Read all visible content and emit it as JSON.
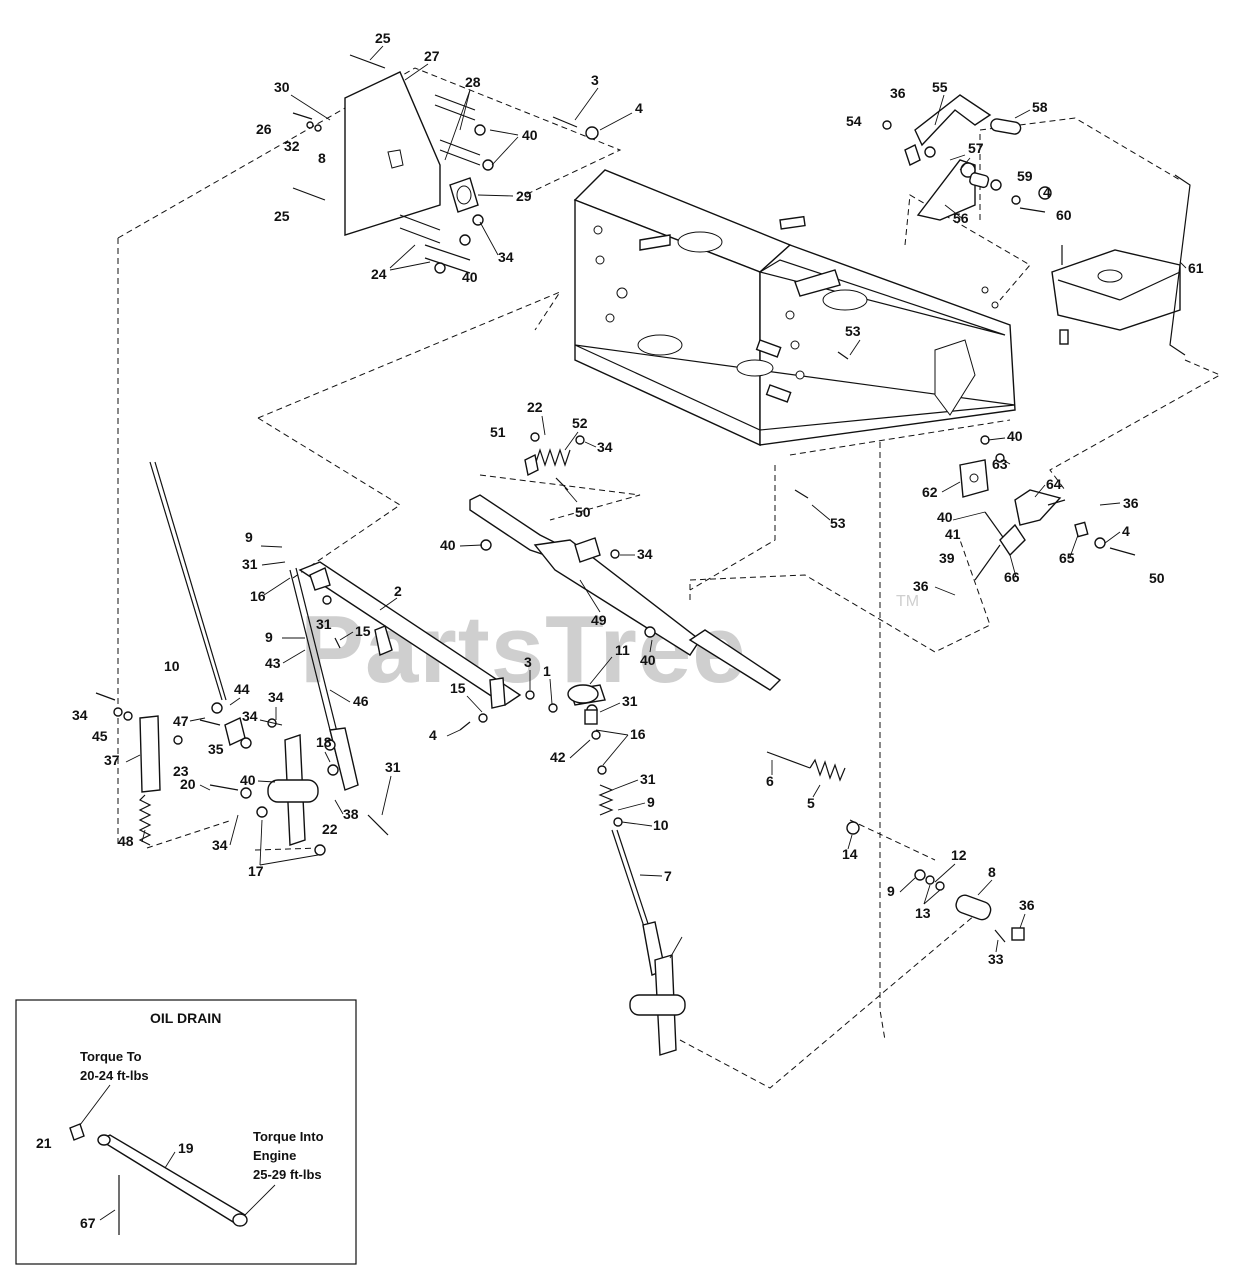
{
  "watermark": {
    "text": "PartsTree",
    "trademark": "TM"
  },
  "callouts": [
    "25",
    "27",
    "30",
    "28",
    "26",
    "32",
    "8",
    "40",
    "29",
    "25",
    "34",
    "24",
    "40",
    "3",
    "4",
    "36",
    "55",
    "58",
    "54",
    "57",
    "59",
    "4",
    "60",
    "56",
    "61",
    "53",
    "53",
    "22",
    "52",
    "51",
    "34",
    "50",
    "40",
    "63",
    "62",
    "64",
    "36",
    "40",
    "41",
    "4",
    "65",
    "66",
    "50",
    "39",
    "36",
    "40",
    "34",
    "49",
    "40",
    "9",
    "31",
    "16",
    "2",
    "31",
    "15",
    "9",
    "43",
    "10",
    "46",
    "44",
    "34",
    "45",
    "47",
    "35",
    "37",
    "23",
    "48",
    "34",
    "34",
    "18",
    "40",
    "38",
    "22",
    "20",
    "34",
    "17",
    "31",
    "15",
    "4",
    "3",
    "1",
    "11",
    "31",
    "16",
    "42",
    "31",
    "9",
    "10",
    "7",
    "6",
    "5",
    "14",
    "12",
    "8",
    "9",
    "13",
    "36",
    "33"
  ],
  "oil_drain": {
    "title": "OIL DRAIN",
    "note_torque_to": [
      "Torque To",
      "20-24 ft-lbs"
    ],
    "note_torque_into": [
      "Torque Into",
      "Engine",
      "25-29 ft-lbs"
    ],
    "callouts": [
      "21",
      "19",
      "67"
    ]
  }
}
